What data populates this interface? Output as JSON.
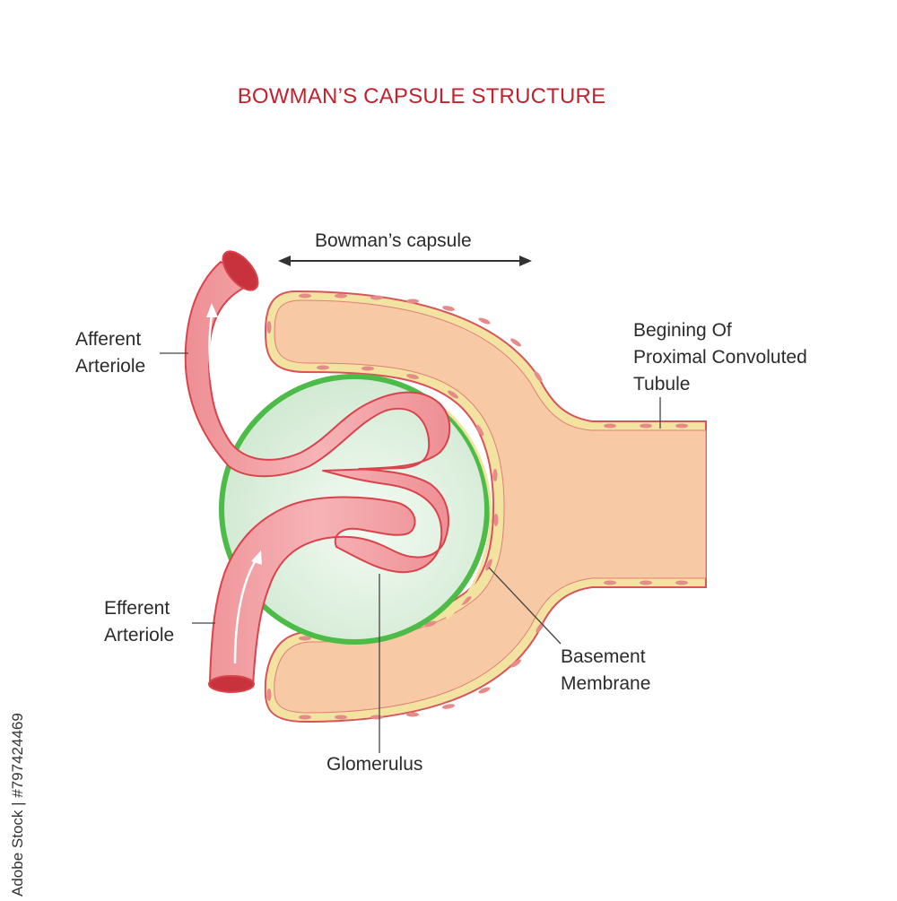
{
  "title": "BOWMAN’S CAPSULE STRUCTURE",
  "labels": {
    "bowmans_capsule": "Bowman’s capsule",
    "afferent": [
      "Afferent",
      "Arteriole"
    ],
    "efferent": [
      "Efferent",
      "Arteriole"
    ],
    "pct": [
      "Begining Of",
      "Proximal Convoluted",
      "Tubule"
    ],
    "basement": [
      "Basement",
      "Membrane"
    ],
    "glomerulus": "Glomerulus"
  },
  "stock_id": "Adobe Stock | #797424469",
  "colors": {
    "title": "#c0232f",
    "vessel": "#f2a0a4",
    "vessel_stroke": "#d9434c",
    "capsule": "#f8c8a6",
    "capsule_wall": "#f3e6a6",
    "glomerulus": "#e4f2e4",
    "glomerulus_ring": "#4dbb48"
  }
}
